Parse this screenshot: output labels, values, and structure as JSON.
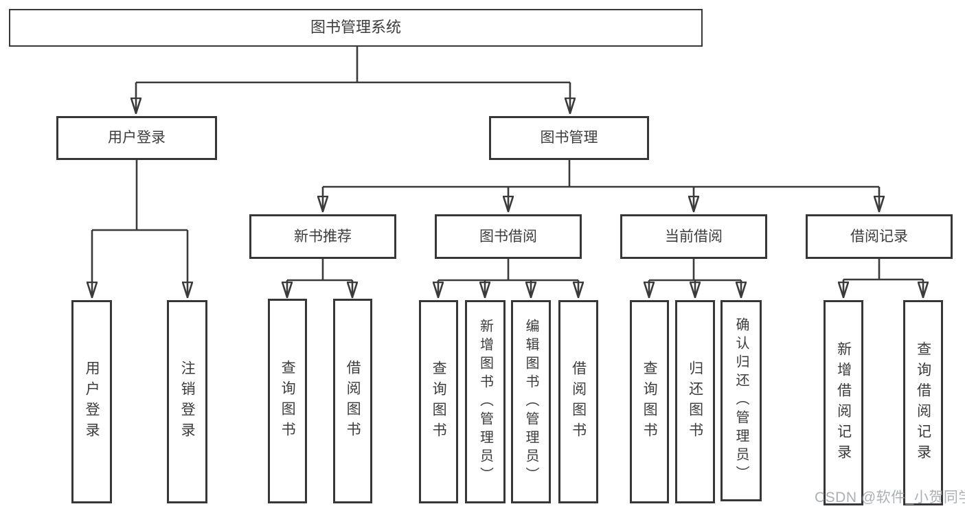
{
  "diagram": {
    "type": "hierarchy-diagram",
    "colors": {
      "background": "#ffffff",
      "line": "#3a3a3a",
      "box_border": "#373737",
      "text": "#3c3c3c",
      "watermark": "#9ca2a7"
    },
    "tree": {
      "label": "图书管理系统",
      "children": [
        {
          "label": "用户登录",
          "children": [
            {
              "label": "用户登录"
            },
            {
              "label": "注销登录"
            }
          ]
        },
        {
          "label": "图书管理",
          "children": [
            {
              "label": "新书推荐",
              "children": [
                {
                  "label": "查询图书"
                },
                {
                  "label": "借阅图书"
                }
              ]
            },
            {
              "label": "图书借阅",
              "children": [
                {
                  "label": "查询图书"
                },
                {
                  "label": "新增图书（管理员）"
                },
                {
                  "label": "编辑图书（管理员）"
                },
                {
                  "label": "借阅图书"
                }
              ]
            },
            {
              "label": "当前借阅",
              "children": [
                {
                  "label": "查询图书"
                },
                {
                  "label": "归还图书"
                },
                {
                  "label": "确认归还（管理员）"
                }
              ]
            },
            {
              "label": "借阅记录",
              "children": [
                {
                  "label": "新增借阅记录"
                },
                {
                  "label": "查询借阅记录"
                }
              ]
            }
          ]
        }
      ]
    },
    "watermark": "CSDN @软件_小贺同学"
  }
}
